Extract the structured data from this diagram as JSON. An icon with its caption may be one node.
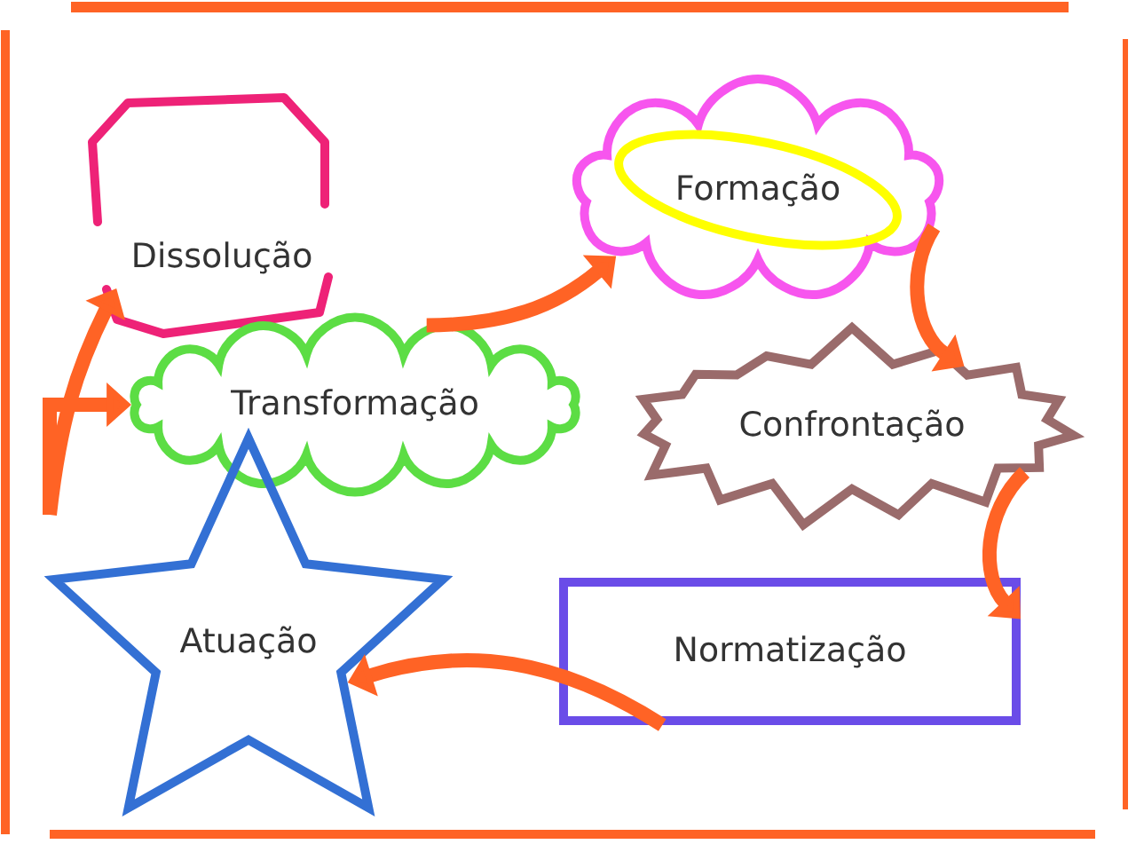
{
  "diagram": {
    "nodes": [
      {
        "text": [
          "Dissolução"
        ]
      },
      {
        "text": [
          "Formação"
        ]
      },
      {
        "text": [
          "Transformação"
        ]
      },
      {
        "text": [
          "Confrontação"
        ]
      },
      {
        "text": [
          "Atuação"
        ]
      },
      {
        "text": [
          "Normatização"
        ]
      }
    ],
    "edges": [
      {
        "from": 2,
        "to": 1,
        "arrow": "to"
      },
      {
        "from": 1,
        "to": 3,
        "arrow": "to"
      },
      {
        "from": 3,
        "to": 5,
        "arrow": "to"
      },
      {
        "from": 5,
        "to": 4,
        "arrow": "to"
      },
      {
        "from": 4,
        "to": 0,
        "arrow": "to"
      },
      {
        "from": 4,
        "to": 2,
        "arrow": "to"
      }
    ]
  }
}
